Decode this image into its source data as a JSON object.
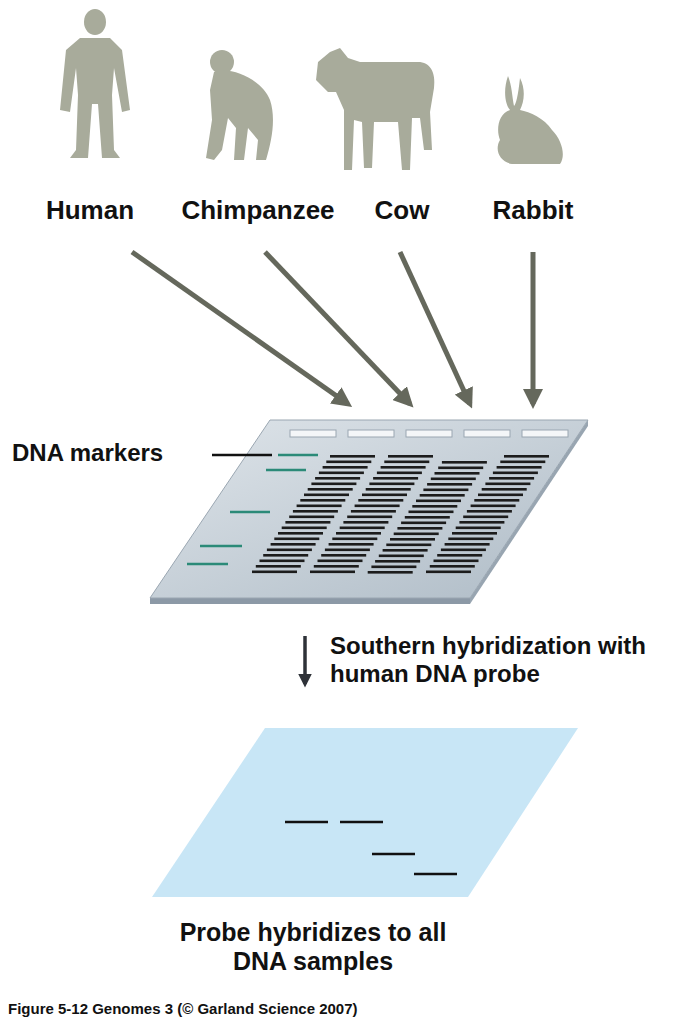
{
  "diagram": {
    "caption": "Figure 5-12 Genomes 3 (© Garland Science 2007)",
    "labels": [
      "Human",
      "Chimpanzee",
      "Cow",
      "Rabbit",
      "DNA markers",
      "Southern hybridization with human DNA probe",
      "Probe hybridizes to all DNA samples"
    ]
  }
}
